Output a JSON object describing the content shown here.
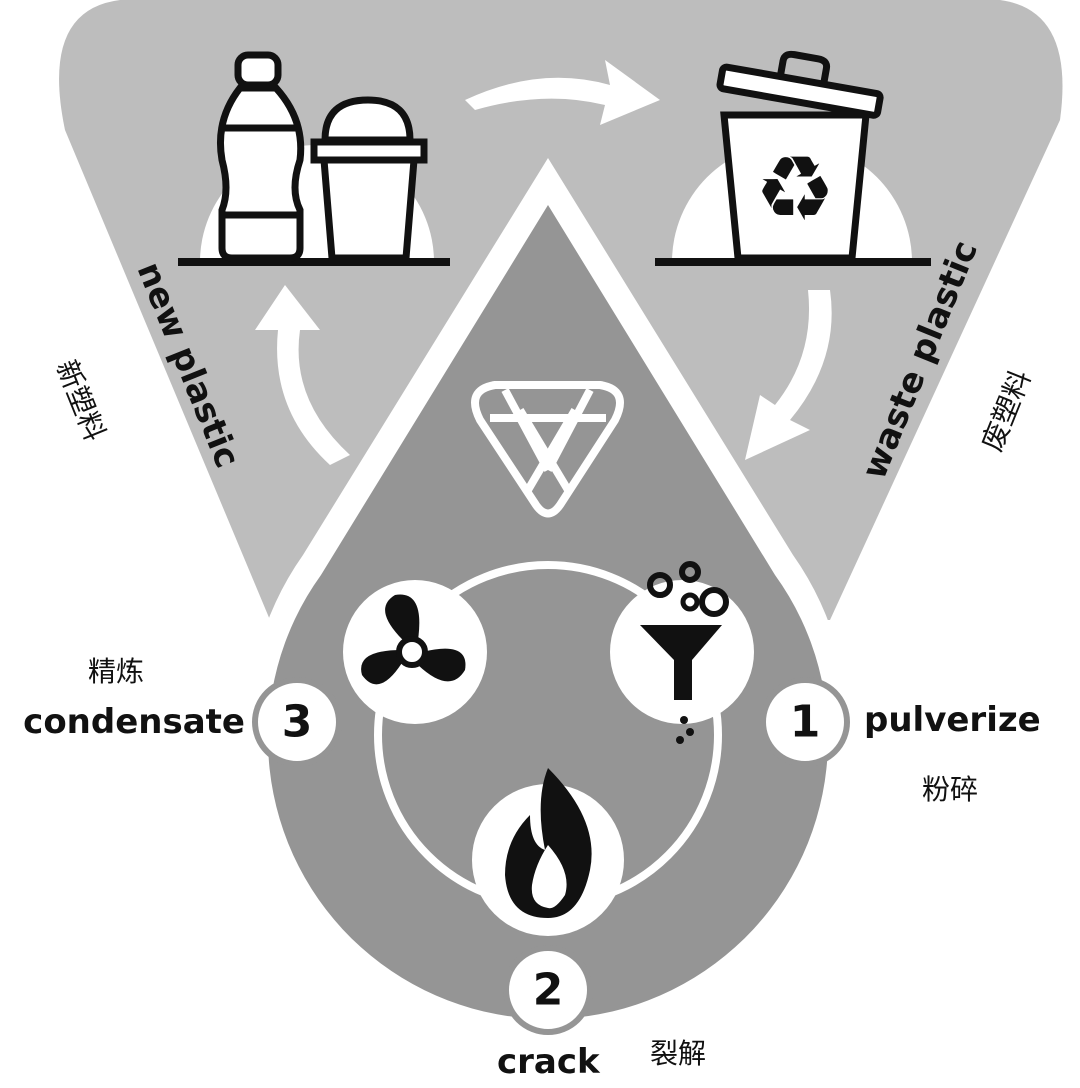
{
  "colors": {
    "outer": "#bdbdbd",
    "drop": "#959595",
    "ink": "#111111",
    "white": "#ffffff"
  },
  "labels": {
    "new_plastic": "new plastic",
    "new_plastic_zh": "新塑料",
    "waste_plastic": "waste plastic",
    "waste_plastic_zh": "废塑料",
    "condensate": "condensate",
    "condensate_zh": "精炼",
    "pulverize": "pulverize",
    "pulverize_zh": "粉碎",
    "crack": "crack",
    "crack_zh": "裂解"
  },
  "steps": [
    {
      "num": "1"
    },
    {
      "num": "2"
    },
    {
      "num": "3"
    }
  ]
}
